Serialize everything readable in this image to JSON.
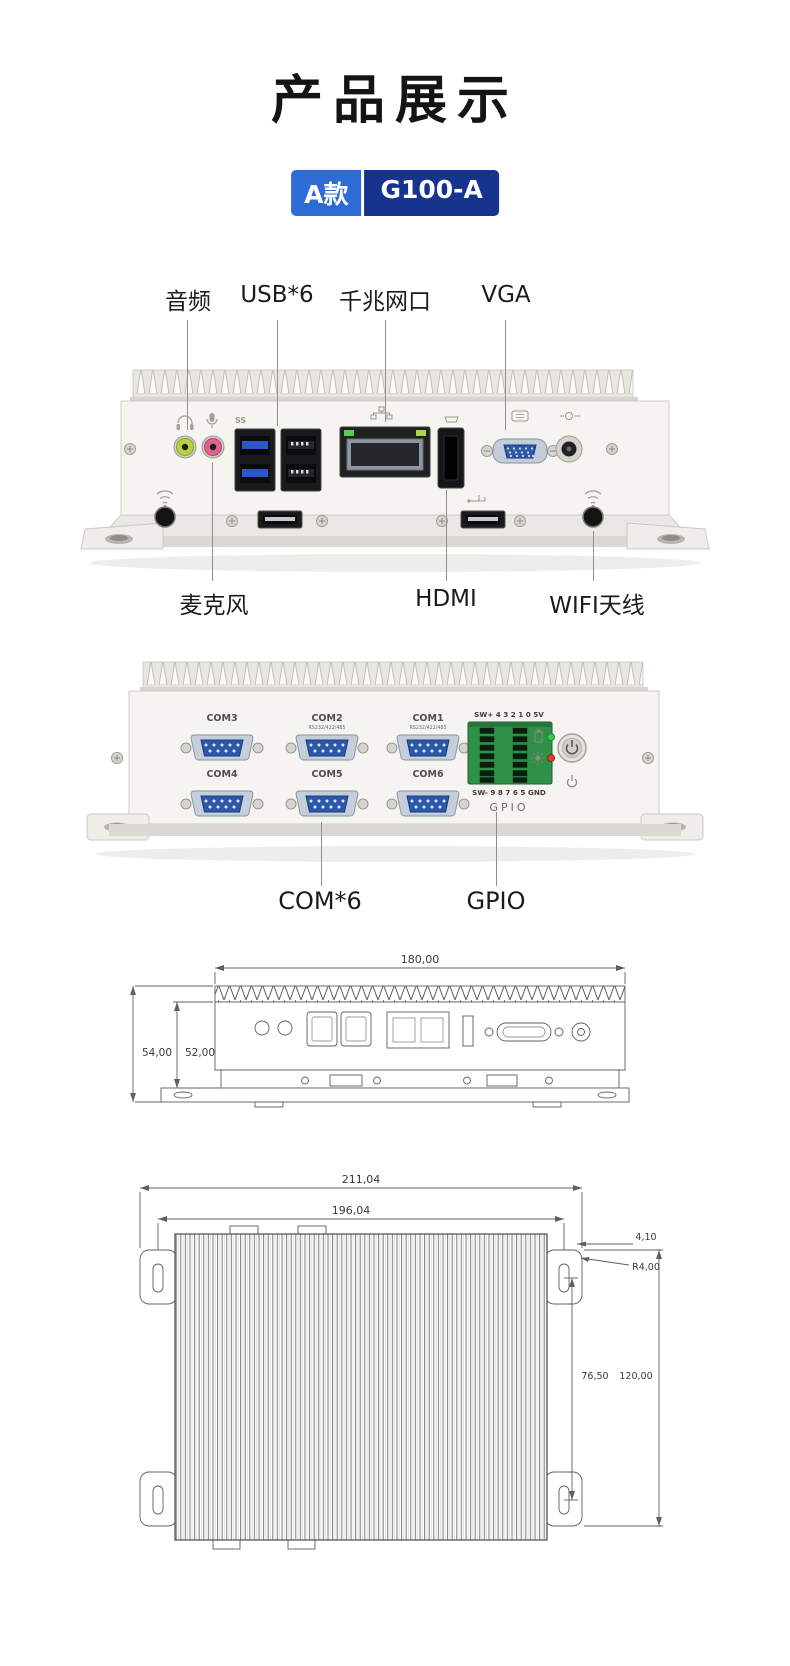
{
  "header": {
    "title": "产品展示",
    "variant_badge": "A款",
    "model_badge": "G100-A"
  },
  "front_view": {
    "top_callouts": [
      "音频",
      "USB*6",
      "千兆网口",
      "VGA"
    ],
    "bottom_callouts": [
      "麦克风",
      "HDMI",
      "WIFI天线"
    ]
  },
  "rear_view": {
    "com_ports": [
      "COM3",
      "COM2",
      "COM1",
      "COM4",
      "COM5",
      "COM6"
    ],
    "com_subtext": "RS232/422/485",
    "gpio_row_top": "SW+ 4 3 2 1 0 5V",
    "gpio_row_bottom": "SW- 9 8 7 6 5 GND",
    "gpio_print": "GPIO",
    "callouts": [
      "COM*6",
      "GPIO"
    ]
  },
  "front_dimensions": {
    "width": "180,00",
    "height_total": "54,00",
    "height_body": "52,00"
  },
  "top_dimensions": {
    "width_total": "211,04",
    "width_body": "196,04",
    "ear_offset": "4,10",
    "corner_radius": "R4,00",
    "hole_span": "76,50",
    "ear_span": "120,00"
  },
  "icons": {
    "usb3_label": "SS",
    "names": [
      "headphone-icon",
      "mic-icon",
      "usb3-icon",
      "usb-icon",
      "lan-icon",
      "hdmi-icon",
      "vga-icon",
      "dc-power-icon",
      "wifi-icon",
      "power-icon",
      "battery-icon",
      "brightness-icon"
    ]
  },
  "colors": {
    "badge_blue": "#2E6BD5",
    "badge_navy": "#16338E",
    "gpio_green": "#2F9048",
    "com_blue": "#2B58AB",
    "usb3_blue": "#2957C8"
  }
}
